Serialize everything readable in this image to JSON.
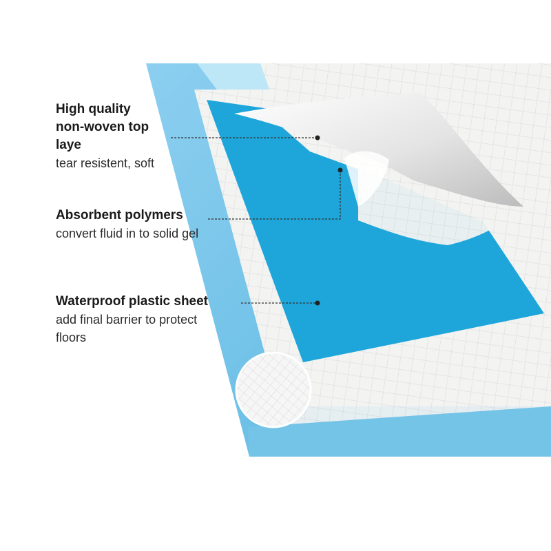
{
  "callouts": [
    {
      "heading": "High quality\nnon-woven top\nlaye",
      "description": "tear resistent, soft"
    },
    {
      "heading": "Absorbent polymers",
      "description": "convert fluid in to solid gel"
    },
    {
      "heading": "Waterproof plastic sheet",
      "description": "add final barrier to protect\nfloors"
    }
  ],
  "colors": {
    "border_blue": "#73c3e6",
    "plastic_blue": "#1ea6da",
    "top_layer": "#f1f1f0",
    "leader_line": "#333333"
  },
  "icons": {
    "pointer_dot": "dot-icon"
  }
}
